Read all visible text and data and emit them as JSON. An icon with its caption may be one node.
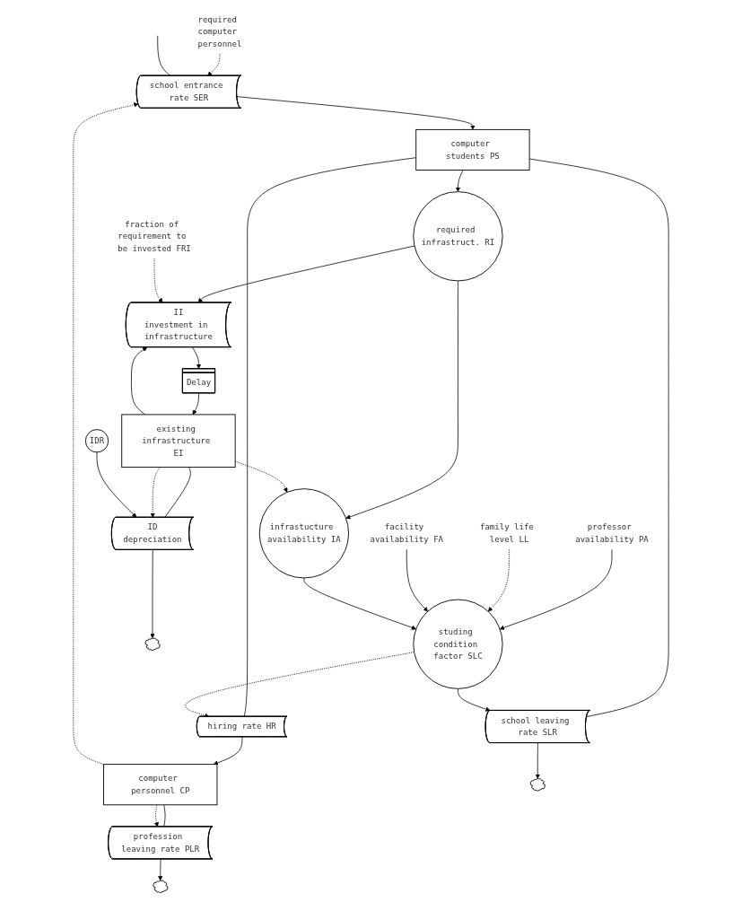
{
  "diagram": {
    "nodes": [
      {
        "text": [
          "required computer personnel"
        ]
      },
      {
        "text": [
          "school entrance rate SER"
        ]
      },
      {
        "text": [
          "computer students PS"
        ]
      },
      {
        "text": [
          "hiring rate HR"
        ]
      },
      {
        "text": [
          "computer personnel CP"
        ]
      },
      {
        "text": [
          "profession leaving rate PLR"
        ]
      },
      {
        "text": [],
        "shape": "cloud"
      },
      {
        "text": [
          "school leaving rate SLR"
        ]
      },
      {
        "text": [],
        "shape": "cloud"
      },
      {
        "text": [
          "studing condition factor SLC"
        ]
      },
      {
        "text": [
          "professor availability PA"
        ]
      },
      {
        "text": [
          "family life level LL"
        ]
      },
      {
        "text": [
          "required infrastruct. RI"
        ]
      },
      {
        "text": [
          "infrastucture availability IA"
        ]
      },
      {
        "text": [
          "facility availability FA"
        ]
      },
      {
        "text": [
          "fraction of requirement to be invested FRI"
        ]
      },
      {
        "text": [
          "II",
          "investment in infrastructure"
        ]
      },
      {
        "text": [
          "Delay"
        ]
      },
      {
        "text": [
          "existing infrastructure EI"
        ]
      },
      {
        "text": [
          "IDR"
        ]
      },
      {
        "text": [
          "ID",
          "depreciation"
        ]
      },
      {
        "text": [],
        "shape": "cloud"
      }
    ],
    "edges": [
      {
        "from": 0,
        "to": 1,
        "arrow": "to",
        "style": "dashed"
      },
      {
        "from": 4,
        "to": 1,
        "arrow": "to",
        "style": "dashed"
      },
      {
        "from": null,
        "to": 1,
        "arrow": "none"
      },
      {
        "from": 1,
        "to": 2,
        "arrow": "to"
      },
      {
        "from": 2,
        "to": 3,
        "arrow": "none"
      },
      {
        "from": 3,
        "to": 4,
        "arrow": "to"
      },
      {
        "from": 4,
        "to": 5,
        "arrow": "none"
      },
      {
        "from": 5,
        "to": 6,
        "arrow": "to"
      },
      {
        "from": 4,
        "to": 5,
        "arrow": "to",
        "style": "dashed"
      },
      {
        "from": 2,
        "to": 7,
        "arrow": "none"
      },
      {
        "from": 7,
        "to": 8,
        "arrow": "to"
      },
      {
        "from": 9,
        "to": 7,
        "arrow": "to"
      },
      {
        "from": 9,
        "to": 3,
        "arrow": "to",
        "style": "dashed"
      },
      {
        "from": 2,
        "to": 12,
        "arrow": "to"
      },
      {
        "from": 10,
        "to": 9,
        "arrow": "to"
      },
      {
        "from": 11,
        "to": 9,
        "arrow": "to",
        "style": "dashed"
      },
      {
        "from": 14,
        "to": 9,
        "arrow": "to"
      },
      {
        "from": 13,
        "to": 9,
        "arrow": "to"
      },
      {
        "from": 12,
        "to": 13,
        "arrow": "to"
      },
      {
        "from": 12,
        "to": 16,
        "arrow": "to"
      },
      {
        "from": 15,
        "to": 16,
        "arrow": "to",
        "style": "dashed"
      },
      {
        "from": 18,
        "to": 16,
        "arrow": "to"
      },
      {
        "from": 18,
        "to": 13,
        "arrow": "to",
        "style": "dashed"
      },
      {
        "from": 16,
        "to": 17,
        "arrow": "to"
      },
      {
        "from": 17,
        "to": 18,
        "arrow": "to"
      },
      {
        "from": 18,
        "to": 20,
        "arrow": "none"
      },
      {
        "from": 20,
        "to": 21,
        "arrow": "to"
      },
      {
        "from": 18,
        "to": 20,
        "arrow": "to",
        "style": "dashed"
      },
      {
        "from": 19,
        "to": 20,
        "arrow": "to"
      }
    ]
  }
}
